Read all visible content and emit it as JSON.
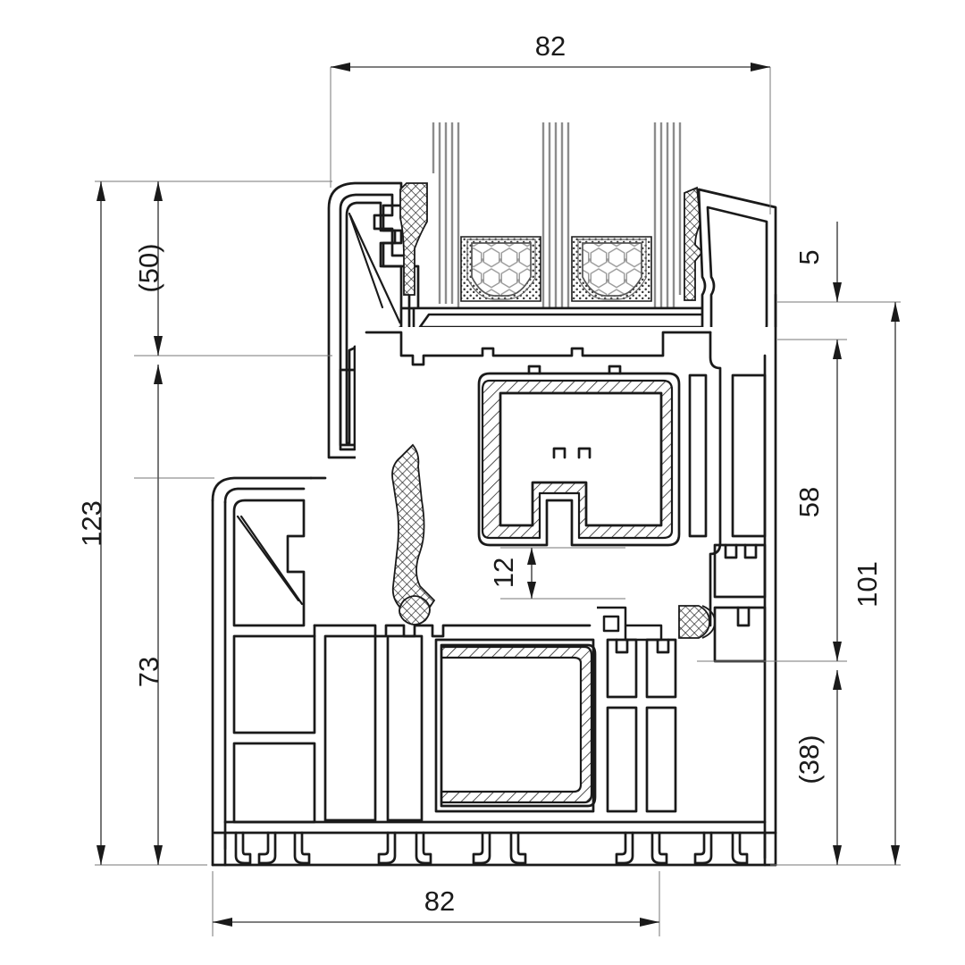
{
  "drawing": {
    "title": "PVC window profile cross-section",
    "type": "technical-cross-section",
    "units": "mm",
    "line_color": "#1a1a1a",
    "dim_line_color": "#777777",
    "background": "#ffffff"
  },
  "dimensions": {
    "top_width": "82",
    "bottom_width": "82",
    "left_total_height": "123",
    "left_sash_height": "(50)",
    "left_frame_height": "73",
    "right_total_depth": "101",
    "right_glass_edge": "5",
    "right_sash_depth": "58",
    "right_frame_depth": "(38)",
    "center_rebate": "12"
  },
  "components": {
    "glazing": "triple-glazing-panes",
    "spacer_bar": "warm-edge-spacer",
    "desiccant": "honeycomb-desiccant",
    "sealant": "butyl-sealant",
    "gasket": "epdm-gasket",
    "steel": "steel-reinforcement",
    "sash_profile": "pvc-sash-profile",
    "frame_profile": "pvc-frame-profile",
    "glazing_bead": "glazing-bead"
  }
}
